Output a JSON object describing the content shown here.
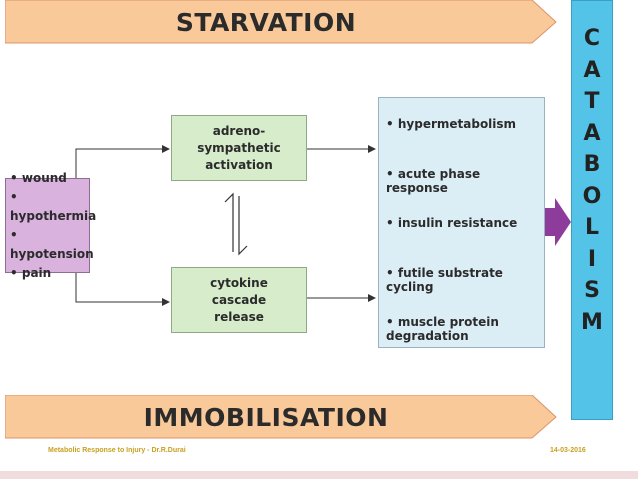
{
  "banners": {
    "top": "STARVATION",
    "bottom": "IMMOBILISATION"
  },
  "causes": [
    "wound",
    "hypothermia",
    "hypotension",
    "pain"
  ],
  "mediators": {
    "upper": "adreno-sympathetic activation",
    "lower": "cytokine cascade release"
  },
  "effects": [
    "hypermetabolism",
    "acute phase response",
    "insulin resistance",
    "futile substrate cycling",
    "muscle protein degradation"
  ],
  "outcome": [
    "C",
    "A",
    "T",
    "A",
    "B",
    "O",
    "L",
    "I",
    "S",
    "M"
  ],
  "footer": {
    "left": "Metabolic Response to Injury - Dr.R.Durai",
    "right": "14-03-2016"
  },
  "colors": {
    "banner": "#f9c99a",
    "cause_box": "#d9b2de",
    "mediator_box": "#d6ecca",
    "effect_box": "#dbeef6",
    "outcome_bar": "#53c3e7",
    "big_arrow": "#8e3c9b"
  }
}
